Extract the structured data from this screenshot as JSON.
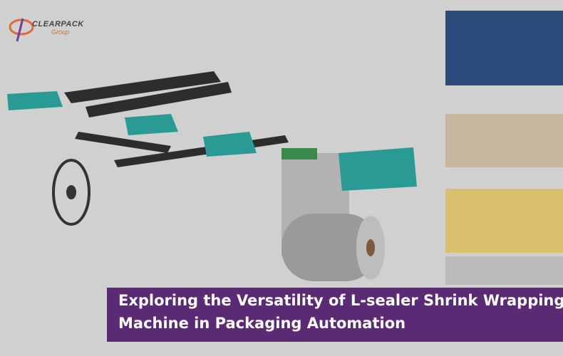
{
  "logo": {
    "name": "CLEARPACK",
    "sub": "Group"
  },
  "title": {
    "line1": "Exploring the Versatility of L-sealer Shrink Wrapping",
    "line2": "Machine in Packaging Automation"
  },
  "colors": {
    "banner": "#5b2a74",
    "box": "#2a9a95",
    "background": "#d0d0d0"
  }
}
